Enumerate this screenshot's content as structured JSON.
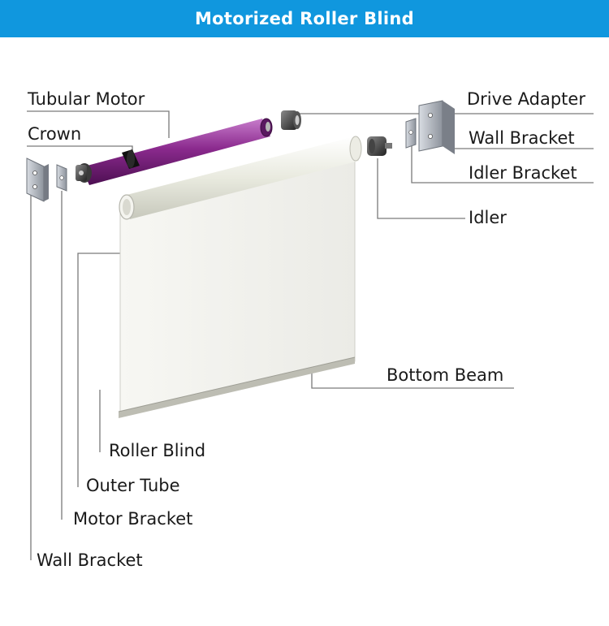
{
  "header": {
    "title": "Motorized Roller Blind"
  },
  "labels": {
    "tubular_motor": "Tubular Motor",
    "crown": "Crown",
    "drive_adapter": "Drive Adapter",
    "wall_bracket_right": "Wall Bracket",
    "idler_bracket": "Idler Bracket",
    "idler": "Idler",
    "bottom_beam": "Bottom Beam",
    "roller_blind": "Roller Blind",
    "outer_tube": "Outer Tube",
    "motor_bracket": "Motor Bracket",
    "wall_bracket_left": "Wall Bracket"
  },
  "colors": {
    "header": "#1097de",
    "motor": "#8b2a8e",
    "fabric": "#f2f3ef",
    "leader": "#7a7a7a",
    "bracket": "#9ea3ab"
  }
}
